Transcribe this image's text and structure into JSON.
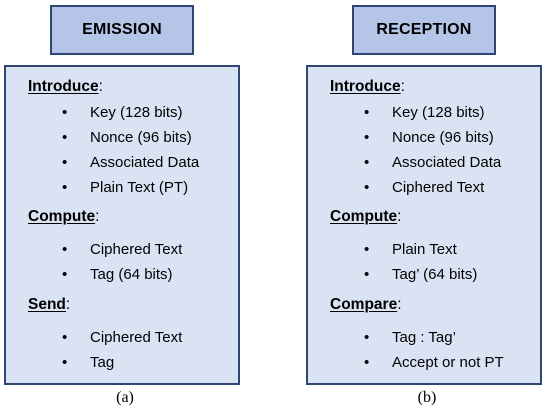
{
  "emission": {
    "title": "EMISSION",
    "sections": [
      {
        "title": "Introduce",
        "colon": ":",
        "items": [
          "Key (128 bits)",
          "Nonce (96 bits)",
          "Associated Data",
          "Plain Text (PT)"
        ]
      },
      {
        "title": "Compute",
        "colon": ":",
        "items": [
          "Ciphered Text",
          "Tag (64 bits)"
        ]
      },
      {
        "title": "Send",
        "colon": ":",
        "items": [
          "Ciphered Text",
          "Tag"
        ]
      }
    ],
    "caption": "(a)"
  },
  "reception": {
    "title": "RECEPTION",
    "sections": [
      {
        "title": "Introduce",
        "colon": ":",
        "items": [
          "Key (128 bits)",
          "Nonce (96 bits)",
          "Associated Data",
          "Ciphered Text"
        ]
      },
      {
        "title": "Compute",
        "colon": ":",
        "items": [
          "Plain Text",
          "Tag’ (64 bits)"
        ]
      },
      {
        "title": "Compare",
        "colon": ":",
        "items": [
          "Tag : Tag’",
          "Accept or not PT"
        ]
      }
    ],
    "caption": "(b)"
  },
  "bullet_glyph": "•"
}
